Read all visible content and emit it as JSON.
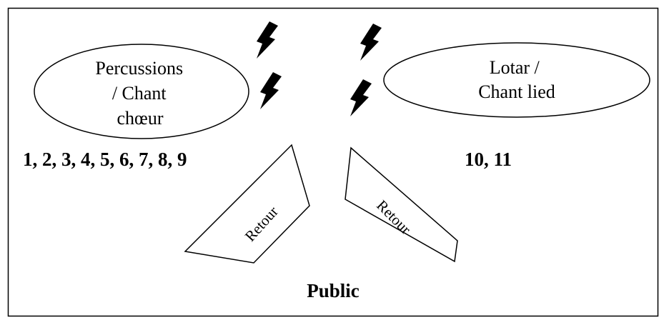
{
  "left_group": {
    "label_lines": [
      "Percussions",
      "/ Chant",
      "chœur"
    ],
    "numbers": "1, 2, 3, 4, 5, 6, 7, 8, 9"
  },
  "right_group": {
    "label_lines": [
      "Lotar /",
      "Chant lied"
    ],
    "numbers": "10, 11"
  },
  "monitors": {
    "left_label": "Retour",
    "right_label": "Retour"
  },
  "audience": {
    "label": "Public"
  },
  "icons": [
    "lightning-bolt-icon"
  ]
}
